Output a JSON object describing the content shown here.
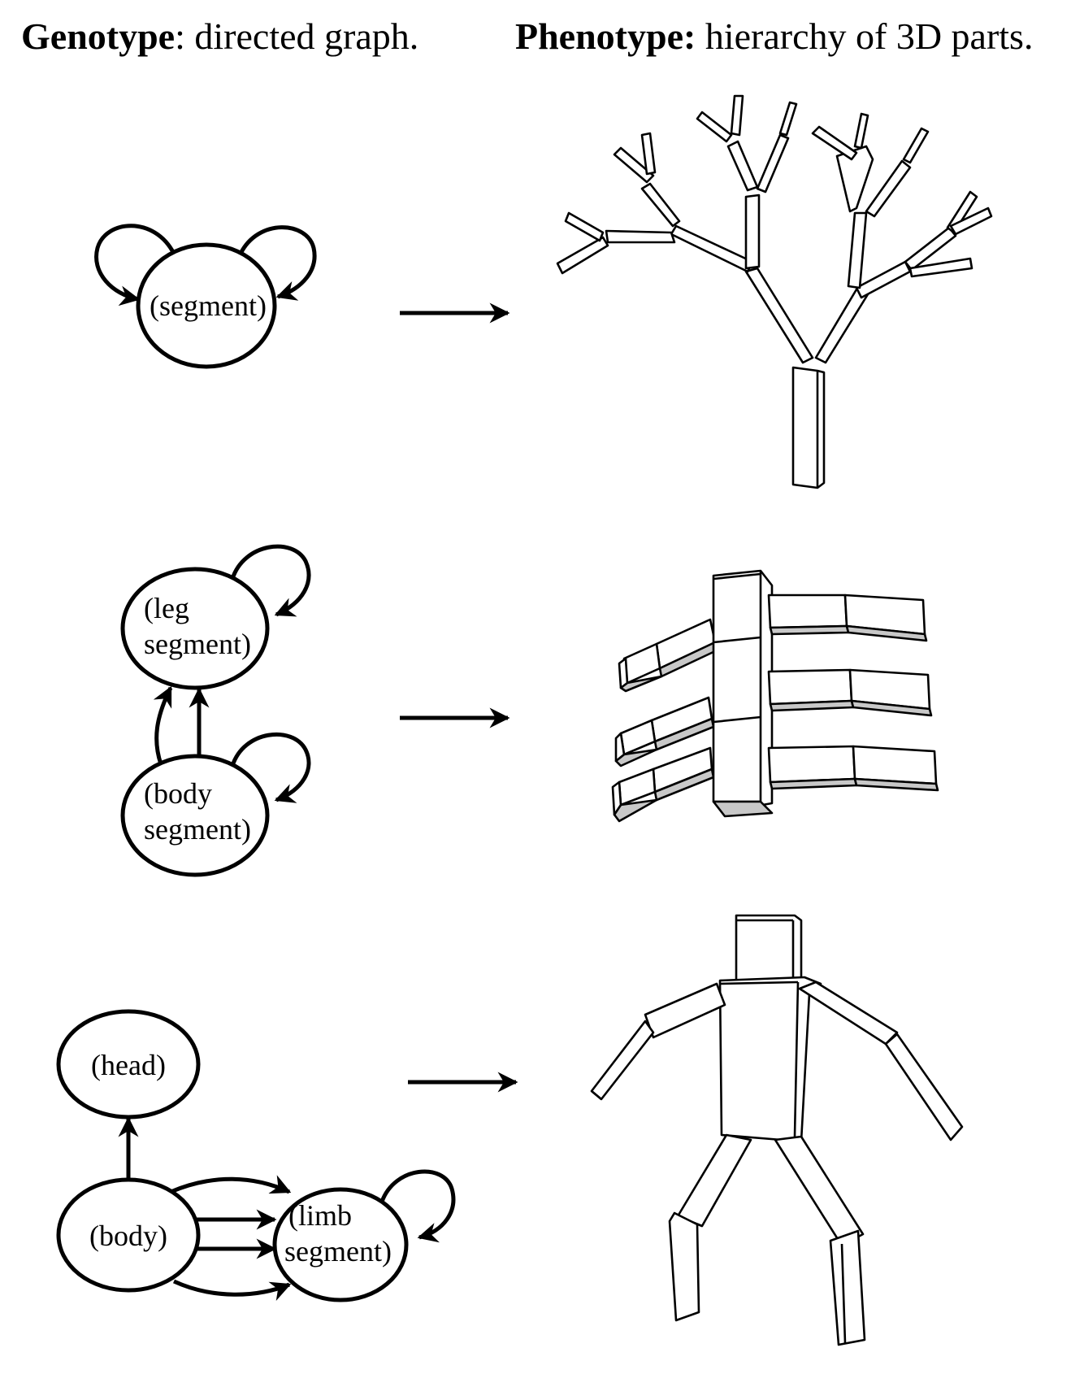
{
  "header": {
    "genotype_bold": "Genotype",
    "genotype_rest": ": directed graph.",
    "phenotype_bold": "Phenotype:",
    "phenotype_rest": " hierarchy of 3D parts."
  },
  "examples": [
    {
      "nodes": [
        {
          "line1": "(segment)",
          "line2": ""
        }
      ]
    },
    {
      "nodes": [
        {
          "line1": "(leg",
          "line2": "segment)"
        },
        {
          "line1": "(body",
          "line2": "segment)"
        }
      ]
    },
    {
      "nodes": [
        {
          "line1": "(head)",
          "line2": ""
        },
        {
          "line1": "(body)",
          "line2": ""
        },
        {
          "line1": "(limb",
          "line2": "segment)"
        }
      ]
    }
  ]
}
